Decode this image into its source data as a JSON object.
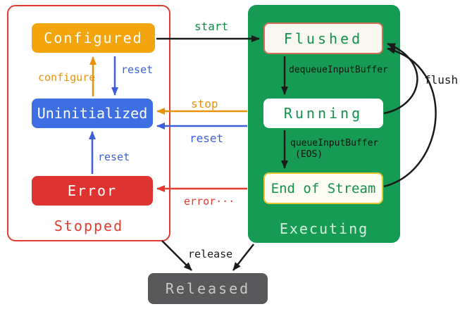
{
  "diagram": {
    "kind": "state-diagram",
    "stopped_group": {
      "label": "Stopped",
      "states": {
        "configured": "Configured",
        "uninitialized": "Uninitialized",
        "error": "Error"
      }
    },
    "executing_group": {
      "label": "Executing",
      "states": {
        "flushed": "Flushed",
        "running": "Running",
        "end_of_stream": "End of Stream"
      }
    },
    "released_state": "Released",
    "transitions": {
      "start": "start",
      "configure": "configure",
      "reset_from_configured": "reset",
      "stop": "stop",
      "reset_from_executing": "reset",
      "reset_from_error": "reset",
      "error": "error···",
      "dequeue_input_buffer": "dequeueInputBuffer",
      "queue_input_buffer": "queueInputBuffer",
      "queue_input_buffer_eos": "(EOS)",
      "flush": "flush",
      "release": "release"
    },
    "colors": {
      "orange": "#F2A50C",
      "blue": "#3D6FE3",
      "red": "#DD3431",
      "green_container": "#159B53",
      "green_text": "#12914B",
      "gray_released": "#59595B",
      "flushed_border": "#D4705A",
      "eos_border": "#E2C72E",
      "black_arrow": "#1a1a1a"
    }
  }
}
